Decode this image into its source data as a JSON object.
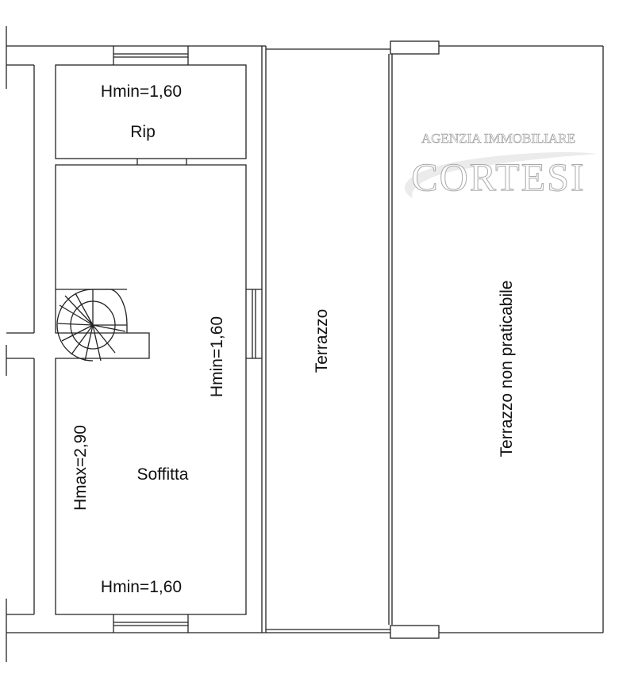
{
  "labels": {
    "rip_height": "Hmin=1,60",
    "rip_name": "Rip",
    "soffitta_hmin_side": "Hmin=1,60",
    "soffitta_hmax": "Hmax=2,90",
    "soffitta_name": "Soffitta",
    "soffitta_hmin_bottom": "Hmin=1,60",
    "terrazzo": "Terrazzo",
    "terrazzo_non_praticabile": "Terrazzo non praticabile"
  },
  "watermark": {
    "line1": "AGENZIA IMMOBILIARE",
    "line2": "CORTESI"
  }
}
